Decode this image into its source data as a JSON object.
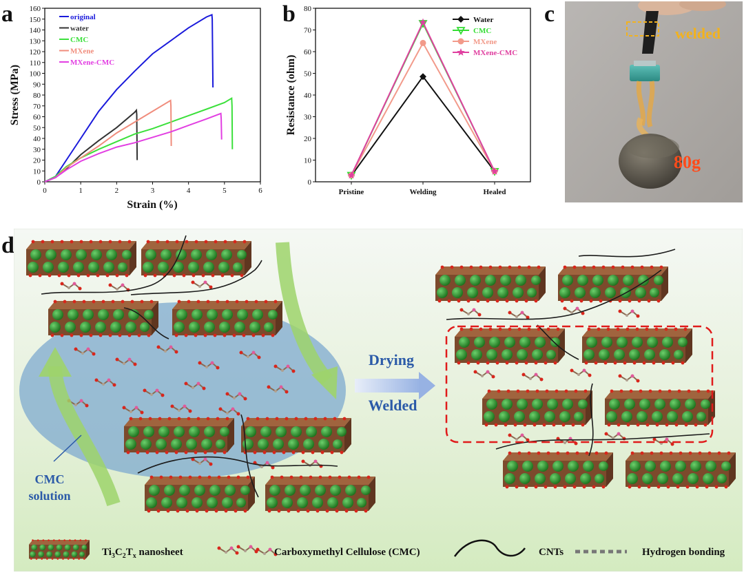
{
  "panels": {
    "a": "a",
    "b": "b",
    "c": "c",
    "d": "d"
  },
  "chart_data": [
    {
      "type": "line",
      "xlabel": "Strain (%)",
      "ylabel": "Stress (MPa)",
      "xlim": [
        0,
        6
      ],
      "ylim": [
        0,
        160
      ],
      "xticks": [
        "0",
        "1",
        "2",
        "3",
        "4",
        "5",
        "6"
      ],
      "yticks": [
        "0",
        "10",
        "20",
        "30",
        "40",
        "50",
        "60",
        "70",
        "80",
        "90",
        "100",
        "110",
        "120",
        "130",
        "140",
        "150",
        "160"
      ],
      "legend_position": "top-left",
      "series": [
        {
          "name": "original",
          "color": "#1a1adb",
          "points": [
            [
              0,
              0
            ],
            [
              0.3,
              5
            ],
            [
              0.6,
              20
            ],
            [
              1.0,
              40
            ],
            [
              1.5,
              65
            ],
            [
              2.0,
              85
            ],
            [
              2.5,
              102
            ],
            [
              3.0,
              118
            ],
            [
              3.5,
              130
            ],
            [
              4.0,
              142
            ],
            [
              4.5,
              152
            ],
            [
              4.65,
              154
            ],
            [
              4.66,
              150
            ],
            [
              4.68,
              87
            ]
          ]
        },
        {
          "name": "water",
          "color": "#333333",
          "points": [
            [
              0,
              0
            ],
            [
              0.3,
              4
            ],
            [
              0.6,
              12
            ],
            [
              1.0,
              25
            ],
            [
              1.5,
              38
            ],
            [
              2.0,
              50
            ],
            [
              2.5,
              64
            ],
            [
              2.55,
              66
            ],
            [
              2.56,
              62
            ],
            [
              2.57,
              20
            ]
          ]
        },
        {
          "name": "CMC",
          "color": "#3be03b",
          "points": [
            [
              0,
              0
            ],
            [
              0.3,
              5
            ],
            [
              0.6,
              14
            ],
            [
              1.0,
              22
            ],
            [
              1.5,
              30
            ],
            [
              2.0,
              37
            ],
            [
              2.5,
              44
            ],
            [
              3.0,
              49
            ],
            [
              3.5,
              55
            ],
            [
              4.0,
              61
            ],
            [
              4.5,
              67
            ],
            [
              5.0,
              73
            ],
            [
              5.2,
              77
            ],
            [
              5.21,
              70
            ],
            [
              5.22,
              30
            ]
          ]
        },
        {
          "name": "MXene",
          "color": "#f08c7c",
          "points": [
            [
              0,
              0
            ],
            [
              0.3,
              4
            ],
            [
              0.6,
              13
            ],
            [
              1.0,
              22
            ],
            [
              1.5,
              33
            ],
            [
              2.0,
              45
            ],
            [
              2.5,
              55
            ],
            [
              3.0,
              65
            ],
            [
              3.5,
              75
            ],
            [
              3.51,
              70
            ],
            [
              3.52,
              33
            ]
          ]
        },
        {
          "name": "MXene-CMC",
          "color": "#e23ee2",
          "points": [
            [
              0,
              0
            ],
            [
              0.3,
              4
            ],
            [
              0.6,
              11
            ],
            [
              1.0,
              19
            ],
            [
              1.5,
              26
            ],
            [
              2.0,
              32
            ],
            [
              2.5,
              36
            ],
            [
              3.0,
              41
            ],
            [
              3.5,
              46
            ],
            [
              4.0,
              52
            ],
            [
              4.5,
              58
            ],
            [
              4.9,
              63
            ],
            [
              4.91,
              58
            ],
            [
              4.92,
              39
            ]
          ]
        }
      ]
    },
    {
      "type": "line",
      "xlabel": "",
      "ylabel": "Resistance (ohm)",
      "ylim": [
        0,
        80
      ],
      "categories": [
        "Pristine",
        "Welding",
        "Healed"
      ],
      "yticks": [
        "0",
        "10",
        "20",
        "30",
        "40",
        "50",
        "60",
        "70",
        "80"
      ],
      "legend_position": "top-right",
      "series": [
        {
          "name": "Water",
          "color": "#111111",
          "marker": "diamond",
          "values": [
            2.8,
            48.5,
            4.8
          ]
        },
        {
          "name": "CMC",
          "color": "#33dd33",
          "marker": "triangle",
          "values": [
            3.0,
            73.0,
            4.8
          ]
        },
        {
          "name": "MXene",
          "color": "#f29a8a",
          "marker": "circle",
          "values": [
            3.0,
            64.0,
            4.9
          ]
        },
        {
          "name": "MXene-CMC",
          "color": "#e040a0",
          "marker": "star",
          "values": [
            3.0,
            73.5,
            4.8
          ]
        }
      ]
    }
  ],
  "photo": {
    "welded_label": "welded",
    "weight_label": "80g"
  },
  "schematic": {
    "drying_label": "Drying",
    "welded_label": "Welded",
    "cmc_label_1": "CMC",
    "cmc_label_2": "solution",
    "legend": {
      "nanosheet": "Ti",
      "nanosheet_sub1": "3",
      "nanosheet_mid": "C",
      "nanosheet_sub2": "2",
      "nanosheet_t": "T",
      "nanosheet_subx": "x",
      "nanosheet_tail": " nanosheet",
      "cmc": "Carboxymethyl Cellulose (CMC)",
      "cnts": "CNTs",
      "hbond": "Hydrogen bonding"
    }
  },
  "colors": {
    "ti_sphere": "#2e8b2e",
    "ti_dark": "#176b17",
    "c_atom": "#8a4a2a",
    "o_atom": "#d8261c",
    "cmc_blob": "#7aaed6",
    "arrow_green": "#9bd36b",
    "dashed_red": "#e01b1b",
    "drying_text": "#2b5aa8"
  }
}
